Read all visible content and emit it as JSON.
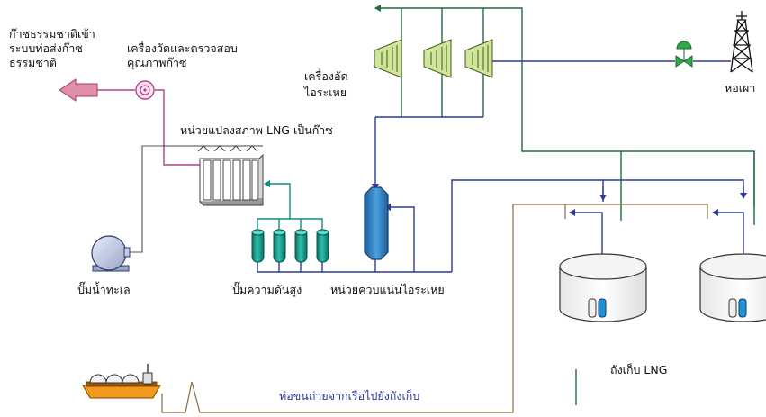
{
  "labels": {
    "gas_to_pipeline": [
      "ก๊าซธรรมชาติเข้า",
      "ระบบท่อส่งก๊าซ",
      "ธรรมชาติ"
    ],
    "metering": [
      "เครื่องวัดและตรวจสอบ",
      "คุณภาพก๊าซ"
    ],
    "boil_off_compressor": [
      "เครื่องอัด",
      "ไอระเหย"
    ],
    "flare": "หอเผา",
    "regasification": "หน่วยแปลงสภาพ LNG เป็นก๊าซ",
    "seawater_pump": "ปั๊มน้ำทะเล",
    "hp_pumps": "ปั๊มความดันสูง",
    "recondenser": "หน่วยควบแน่นไอระเหย",
    "storage_tanks": "ถังเก็บ LNG",
    "unloading_line": "ท่อขนถ่ายจากเรือไปยังถังเก็บ"
  },
  "colors": {
    "vapor": "#1f6b3a",
    "lng": "#2e3a96",
    "gas": "#b3418f",
    "water": "#555555",
    "unloading": "#8a6a3e",
    "hp_line": "#0d8f86",
    "recondenser": "#2f7fc0",
    "pump_body": "#1fa08f",
    "arrow_fill": "#e38ea9",
    "flare_valve": "#2fa84e",
    "ship_hull": "#f39a1e"
  }
}
